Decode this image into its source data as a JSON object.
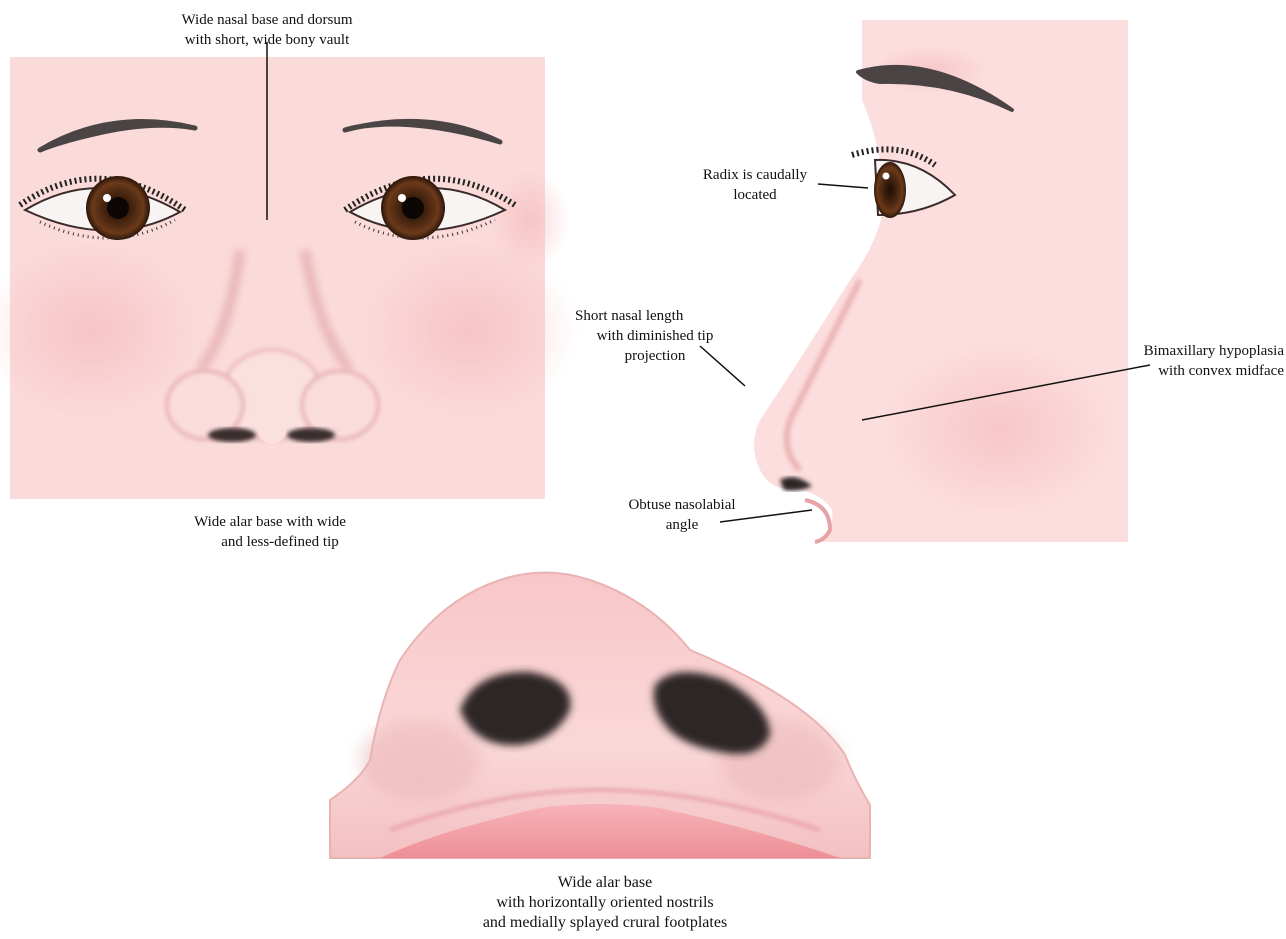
{
  "labels": {
    "front_top": [
      "Wide nasal base and dorsum",
      "with short, wide bony vault"
    ],
    "front_bottom": [
      "Wide alar base with wide",
      "and less-defined tip"
    ],
    "radix": [
      "Radix is caudally",
      "located"
    ],
    "short_nasal": [
      "Short nasal length",
      "with diminished tip",
      "projection"
    ],
    "bimaxillary": [
      "Bimaxillary hypoplasia",
      "with convex midface"
    ],
    "obtuse": [
      "Obtuse nasolabial",
      "angle"
    ],
    "base_bottom": [
      "Wide alar base",
      "with horizontally oriented nostrils",
      "and medially splayed crural footplates"
    ]
  },
  "colors": {
    "skin": "#f9d4d4",
    "skin_shadow": "#eab3b3",
    "nostril": "#2e2626",
    "lip": "#f0a0a6",
    "iris": "#5a3318",
    "brow": "#4a4444"
  }
}
